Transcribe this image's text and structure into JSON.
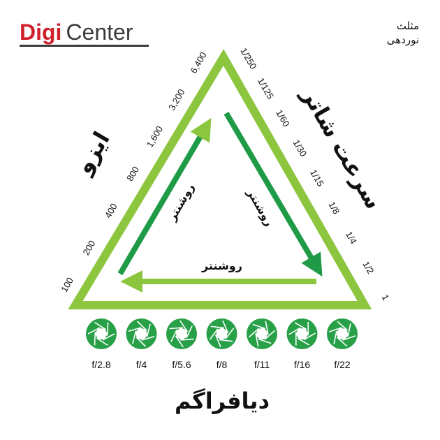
{
  "logo": {
    "part1": "Digi",
    "part2": "Center"
  },
  "corner_title": {
    "line1": "مثلث",
    "line2": "نوردهی"
  },
  "colors": {
    "triangle": "#8cc63f",
    "arrow_dark": "#1f9b48",
    "arrow_light": "#8cc63f",
    "iris": "#27a048",
    "brand_red": "#d0202a"
  },
  "iso": {
    "label": "ایزو",
    "values": [
      "100",
      "200",
      "400",
      "800",
      "1,600",
      "3,200",
      "6,400"
    ]
  },
  "shutter": {
    "label": "سرعت شاتر",
    "values": [
      "1/250",
      "1/125",
      "1/60",
      "1/30",
      "1/15",
      "1/8",
      "1/4",
      "1/2",
      "1"
    ]
  },
  "arrows": {
    "left": "روشنتر",
    "right": "روشنتر",
    "bottom": "روشنتر"
  },
  "aperture": {
    "label": "دیافراگم",
    "icon": "aperture-icon",
    "values": [
      "f/2.8",
      "f/4",
      "f/5.6",
      "f/8",
      "f/11",
      "f/16",
      "f/22"
    ]
  }
}
